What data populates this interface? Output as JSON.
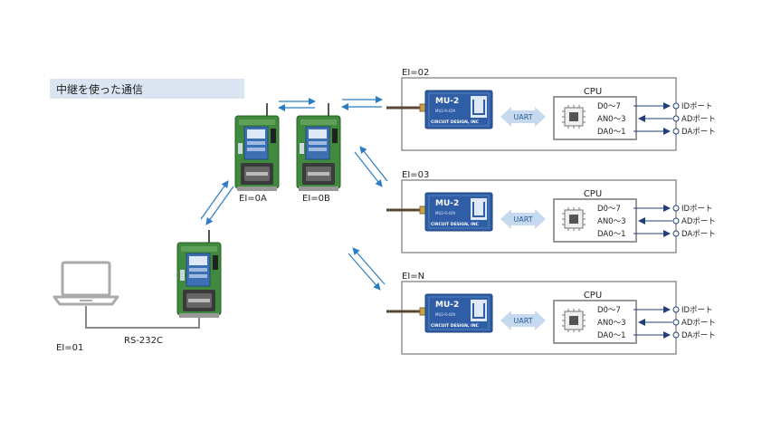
{
  "title": "中継を使った通信",
  "pc": {
    "ei_label": "EI=01",
    "link_label": "RS-232C"
  },
  "relays": [
    {
      "ei_label": "EI=0A"
    },
    {
      "ei_label": "EI=0B"
    }
  ],
  "module": {
    "brand": "MU-2",
    "model": "MU2-R-429",
    "maker": "CIRCUIT DESIGN, INC"
  },
  "nodes": [
    {
      "ei_label": "EI=02"
    },
    {
      "ei_label": "EI=03"
    },
    {
      "ei_label": "EI=N"
    }
  ],
  "cpu_block": {
    "cpu_label": "CPU",
    "uart_label": "UART",
    "ports": [
      {
        "pin": "D0～7",
        "port": "IDポート"
      },
      {
        "pin": "AN0～3",
        "port": "ADポート"
      },
      {
        "pin": "DA0～1",
        "port": "DAポート"
      }
    ]
  },
  "colors": {
    "arrow": "#2a7dc4",
    "board": "#3f8a3c",
    "module": "#2f5ea6",
    "uart": "#c7d9ee"
  }
}
